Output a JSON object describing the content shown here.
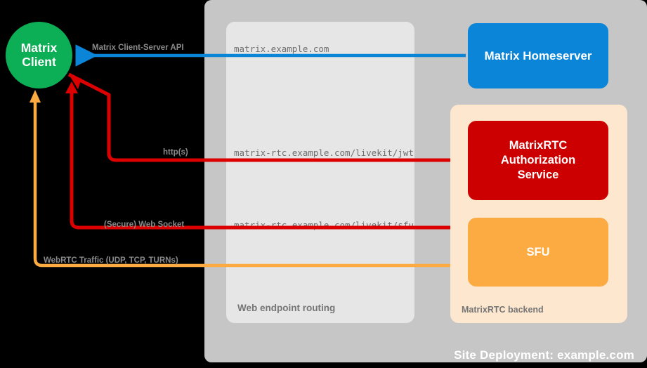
{
  "diagram": {
    "site": {
      "title": "Site Deployment: example.com",
      "bg_color": "#c6c6c6"
    },
    "routing": {
      "title": "Web endpoint routing",
      "bg_color": "#e6e6e6",
      "endpoints": [
        "matrix.example.com",
        "matrix-rtc.example.com/livekit/jwt",
        "matrix-rtc.example.com/livekit/sfu"
      ]
    },
    "backend": {
      "title": "MatrixRTC backend",
      "bg_color": "#fde7cf"
    },
    "nodes": {
      "client": {
        "line1": "Matrix",
        "line2": "Client",
        "color": "#0caf55"
      },
      "homeserver": {
        "label": "Matrix Homeserver",
        "color": "#0a85d8"
      },
      "auth_service": {
        "line1": "MatrixRTC",
        "line2": "Authorization",
        "line3": "Service",
        "color": "#cc0000"
      },
      "sfu": {
        "label": "SFU",
        "color": "#fbab42"
      }
    },
    "flows": [
      {
        "label": "Matrix Client-Server API",
        "color": "#0a85d8"
      },
      {
        "label": "http(s)",
        "color": "#dd0000"
      },
      {
        "label": "(Secure) Web Socket",
        "color": "#dd0000"
      },
      {
        "label": "WebRTC Traffic (UDP, TCP, TURNs)",
        "color": "#fbab42"
      }
    ]
  }
}
